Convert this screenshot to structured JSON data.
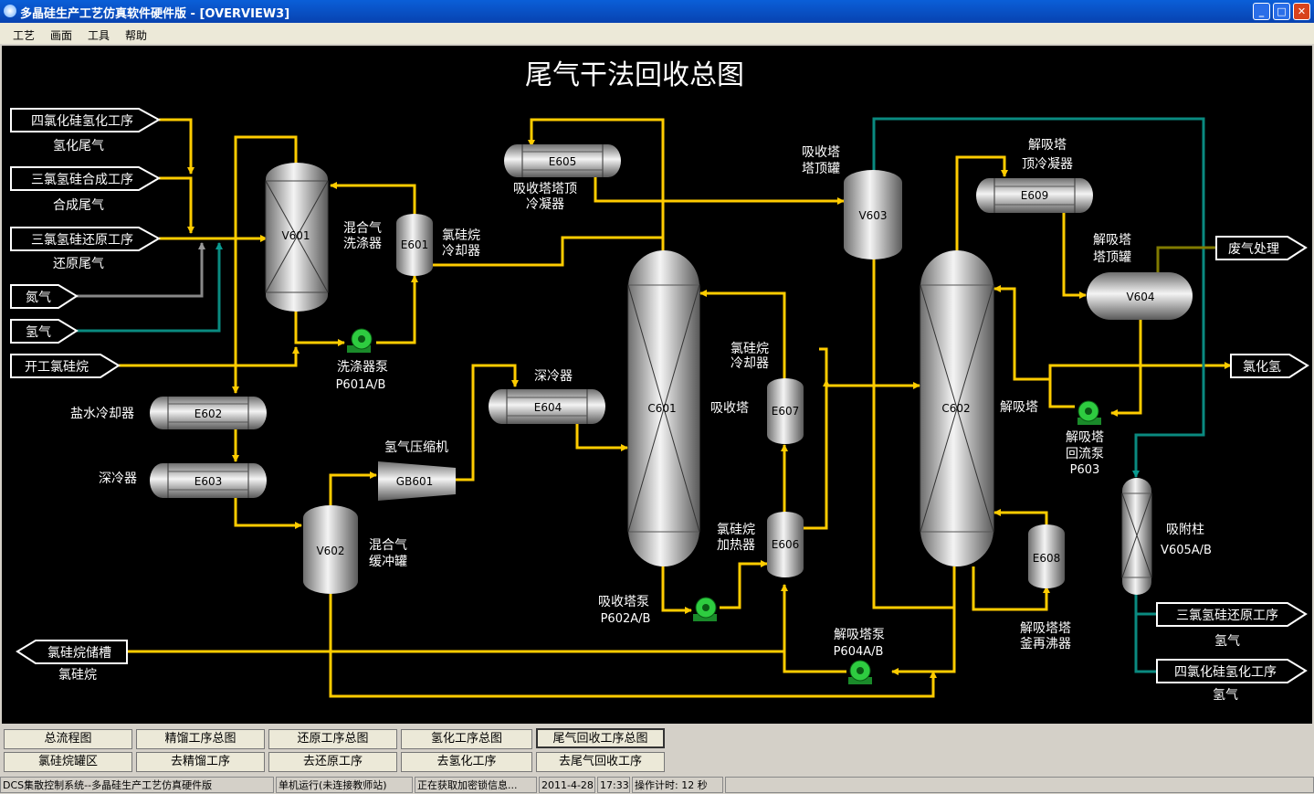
{
  "window": {
    "title": "多晶硅生产工艺仿真软件硬件版 - [OVERVIEW3]"
  },
  "menu": [
    "工艺",
    "画面",
    "工具",
    "帮助"
  ],
  "diagram": {
    "title": "尾气干法回收总图",
    "inputs": {
      "in1": "四氯化硅氢化工序",
      "in1_sub": "氢化尾气",
      "in2": "三氯氢硅合成工序",
      "in2_sub": "合成尾气",
      "in3": "三氯氢硅还原工序",
      "in3_sub": "还原尾气",
      "in4": "氮气",
      "in5": "氢气",
      "in6": "开工氯硅烷"
    },
    "outputs": {
      "waste": "废气处理",
      "hcl": "氯化氢",
      "tank": "氯硅烷储槽",
      "tank_sub": "氯硅烷",
      "out_h1": "三氯氢硅还原工序",
      "out_h1_sub": "氢气",
      "out_h2": "四氯化硅氢化工序",
      "out_h2_sub": "氢气"
    },
    "equip": {
      "v601": "V601",
      "v602": "V602",
      "v603": "V603",
      "v604": "V604",
      "e601": "E601",
      "e602": "E602",
      "e603": "E603",
      "e604": "E604",
      "e605": "E605",
      "e606": "E606",
      "e607": "E607",
      "e608": "E608",
      "e609": "E609",
      "c601": "C601",
      "c602": "C602",
      "gb601": "GB601",
      "v605": ""
    },
    "labels": {
      "mix_washer_1": "混合气",
      "mix_washer_2": "洗涤器",
      "e601_1": "氯硅烷",
      "e601_2": "冷却器",
      "pump1_1": "洗涤器泵",
      "pump1_2": "P601A/B",
      "brine": "盐水冷却器",
      "deep1": "深冷器",
      "deep2": "深冷器",
      "comp": "氢气压缩机",
      "v602_1": "混合气",
      "v602_2": "缓冲罐",
      "e605_1": "吸收塔塔顶",
      "e605_2": "冷凝器",
      "v603_1": "吸收塔",
      "v603_2": "塔顶罐",
      "absorber": "吸收塔",
      "e607_1": "氯硅烷",
      "e607_2": "冷却器",
      "e606_1": "氯硅烷",
      "e606_2": "加热器",
      "p602_1": "吸收塔泵",
      "p602_2": "P602A/B",
      "p604_1": "解吸塔泵",
      "p604_2": "P604A/B",
      "desorber": "解吸塔",
      "e609_1": "解吸塔",
      "e609_2": "顶冷凝器",
      "v604_1": "解吸塔",
      "v604_2": "塔顶罐",
      "p603_1": "解吸塔",
      "p603_2": "回流泵",
      "p603_3": "P603",
      "e608_1": "解吸塔塔",
      "e608_2": "釜再沸器",
      "v605_1": "吸附柱",
      "v605_2": "V605A/B"
    }
  },
  "nav_row1": [
    "总流程图",
    "精馏工序总图",
    "还原工序总图",
    "氢化工序总图",
    "尾气回收工序总图"
  ],
  "nav_row2": [
    "氯硅烷罐区",
    "去精馏工序",
    "去还原工序",
    "去氢化工序",
    "去尾气回收工序"
  ],
  "statusbar": {
    "system": "DCS集散控制系统--多晶硅生产工艺仿真硬件版",
    "mode": "单机运行(未连接教师站)",
    "lock": "正在获取加密锁信息...",
    "date": "2011-4-28",
    "time": "17:33",
    "op_time": "操作计时: 12 秒"
  },
  "colors": {
    "pipe": "#ffcc00",
    "pipe_gray": "#888888",
    "pipe_teal": "#00807a",
    "pipe_olive": "#807a00",
    "pump": "#2ecc40"
  }
}
